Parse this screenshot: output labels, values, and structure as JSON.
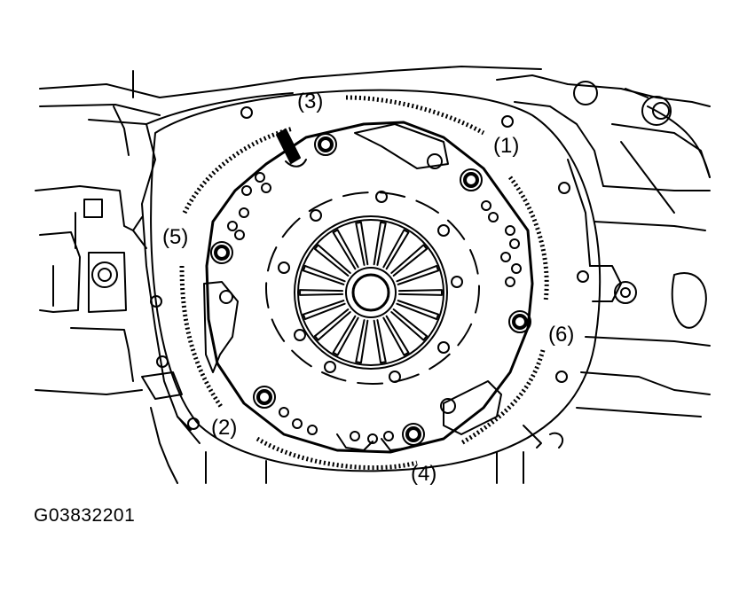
{
  "figure": {
    "id": "G03832201",
    "callouts": {
      "c1": "(1)",
      "c2": "(2)",
      "c3": "(3)",
      "c4": "(4)",
      "c5": "(5)",
      "c6": "(6)"
    }
  },
  "colors": {
    "line": "#000000",
    "background": "#ffffff"
  }
}
